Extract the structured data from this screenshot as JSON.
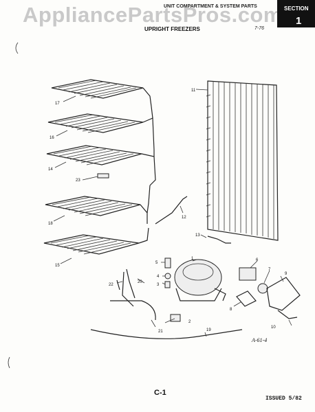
{
  "watermark": "AppliancePartsPros.com",
  "header": {
    "top_text": "UNIT COMPARTMENT & SYSTEM PARTS",
    "subtitle": "UPRIGHT FREEZERS",
    "page_ref": "7-76",
    "section_label": "SECTION",
    "section_number": "1"
  },
  "diagram": {
    "callouts": [
      "1",
      "2",
      "3",
      "4",
      "5",
      "6",
      "7",
      "8",
      "9",
      "10",
      "11",
      "12",
      "13",
      "14",
      "15",
      "16",
      "17",
      "18",
      "19",
      "20",
      "21",
      "22",
      "23"
    ],
    "drawing_code": "A-61-4"
  },
  "footer": {
    "page_code": "C-1",
    "issued": "ISSUED 5/82"
  }
}
